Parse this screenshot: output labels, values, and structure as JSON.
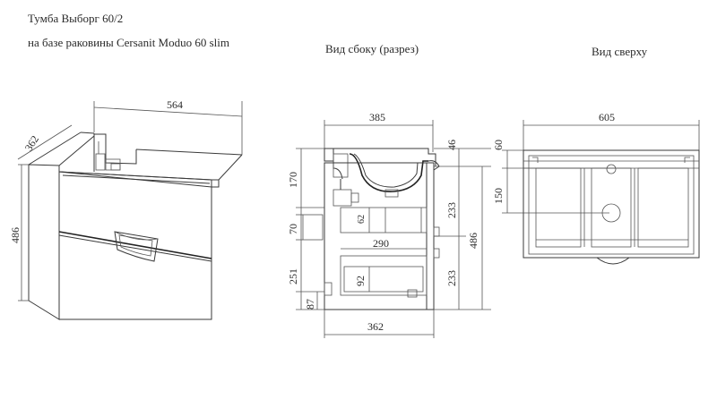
{
  "header": {
    "title": "Тумба Выборг 60/2",
    "subtitle": "на базе раковины Cersanit Moduo 60 slim"
  },
  "views": {
    "side_title": "Вид сбоку (разрез)",
    "top_title": "Вид сверху"
  },
  "dimensions": {
    "front_width": "564",
    "front_depth": "362",
    "front_height": "486",
    "side_top_width": "385",
    "side_bottom_width": "362",
    "side_basin_height": "170",
    "side_gap": "70",
    "side_drawer_front": "251",
    "side_plinth": "87",
    "side_top_offset": "46",
    "side_upper_drawer": "233",
    "side_lower_drawer": "233",
    "side_total_height": "486",
    "side_siphon_height": "62",
    "side_drawer_depth": "290",
    "side_lower_box": "92",
    "top_width": "605",
    "top_edge": "60",
    "top_drain_offset": "150"
  },
  "colors": {
    "line": "#3a3a3a",
    "text": "#2a2a2a",
    "background": "#ffffff"
  }
}
